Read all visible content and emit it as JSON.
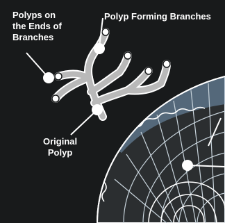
{
  "labels": {
    "polyps_on_ends": [
      "Polyps on",
      "the Ends of",
      "Branches"
    ],
    "polyp_forming_branches": "Polyp Forming Branches",
    "original_polyp": [
      "Original",
      "Polyp"
    ]
  },
  "colors": {
    "background": "#181a1b",
    "line": "#ffffff",
    "branch_fill": "#b9b9b9",
    "dome_fill": "#2b2e30",
    "dome_top": "#6f8fab",
    "dome_grid": "#c8d4dc"
  }
}
